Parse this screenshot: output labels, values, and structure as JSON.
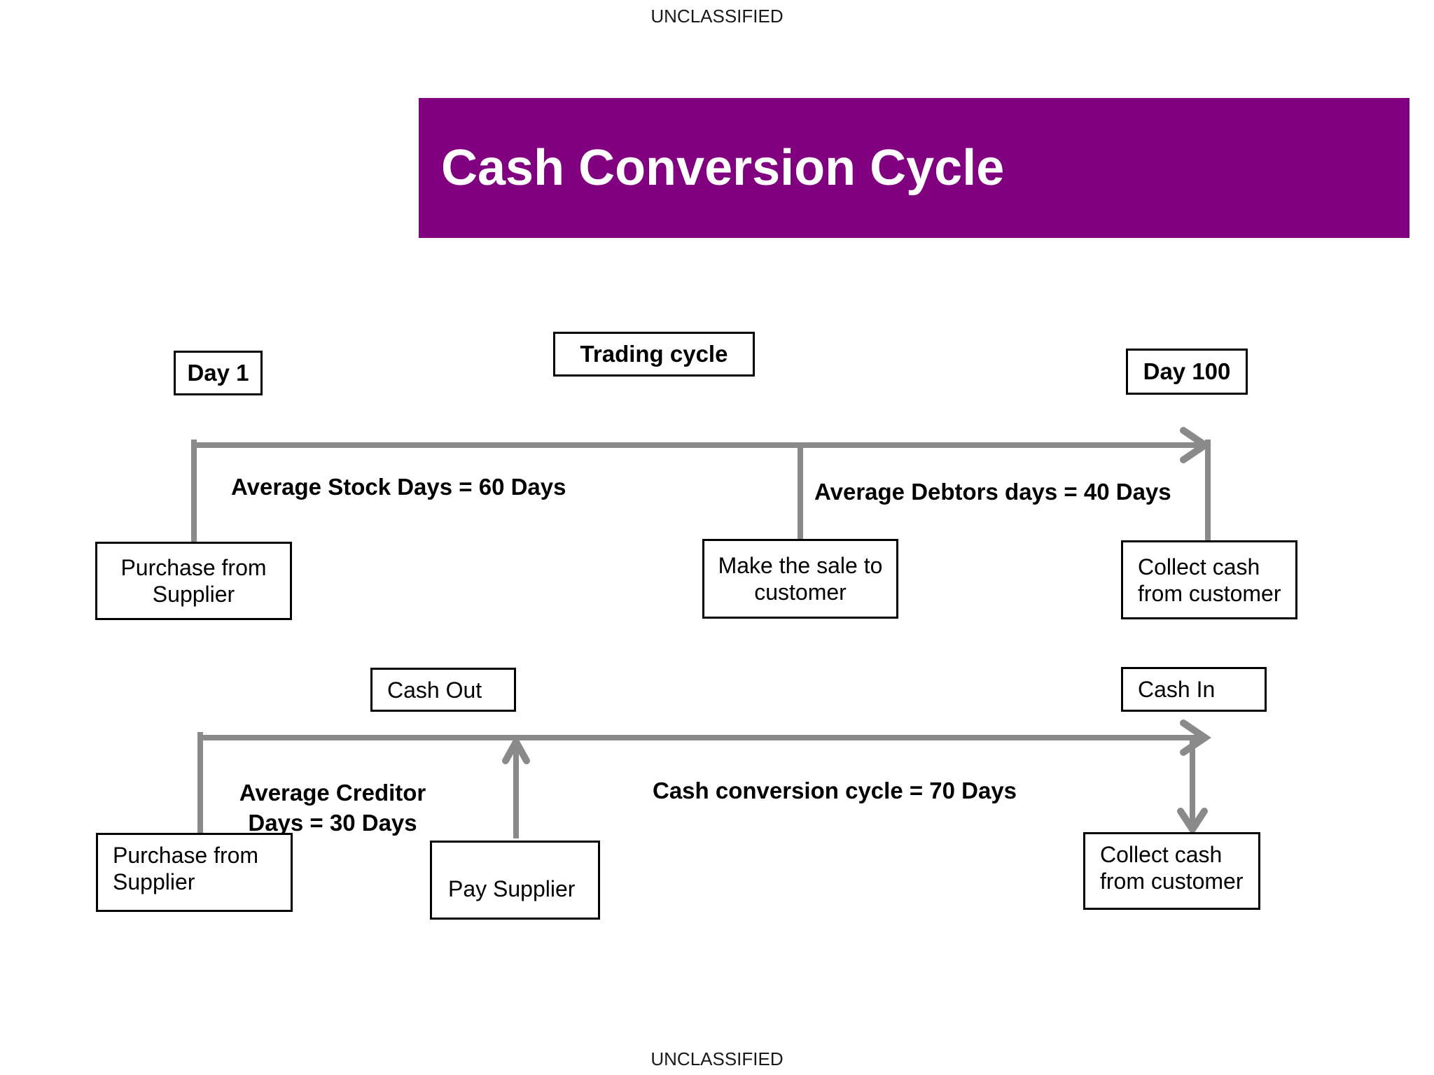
{
  "classification": {
    "top": "UNCLASSIFIED",
    "bottom": "UNCLASSIFIED"
  },
  "banner": {
    "title": "Cash Conversion Cycle"
  },
  "timeline_top": {
    "day_start": "Day 1",
    "cycle_label": "Trading cycle",
    "day_end": "Day 100",
    "segment1": "Average Stock Days = 60 Days",
    "segment2": "Average Debtors days = 40 Days",
    "events": {
      "purchase": {
        "line1": "Purchase from",
        "line2": "Supplier"
      },
      "sale": {
        "line1": "Make the sale to",
        "line2": "customer"
      },
      "collect": {
        "line1": "Collect cash",
        "line2": "from customer"
      }
    }
  },
  "timeline_bottom": {
    "cash_out": "Cash Out",
    "cash_in": "Cash In",
    "segment1_line1": "Average Creditor",
    "segment1_line2": "Days = 30 Days",
    "segment2": "Cash conversion cycle = 70 Days",
    "events": {
      "purchase": {
        "line1": "Purchase from",
        "line2": "Supplier"
      },
      "pay": "Pay Supplier",
      "collect": {
        "line1": "Collect cash",
        "line2": "from customer"
      }
    }
  },
  "colors": {
    "banner_bg": "#800080",
    "banner_text": "#ffffff",
    "line_gray": "#8a8a8a",
    "box_border": "#000000"
  }
}
